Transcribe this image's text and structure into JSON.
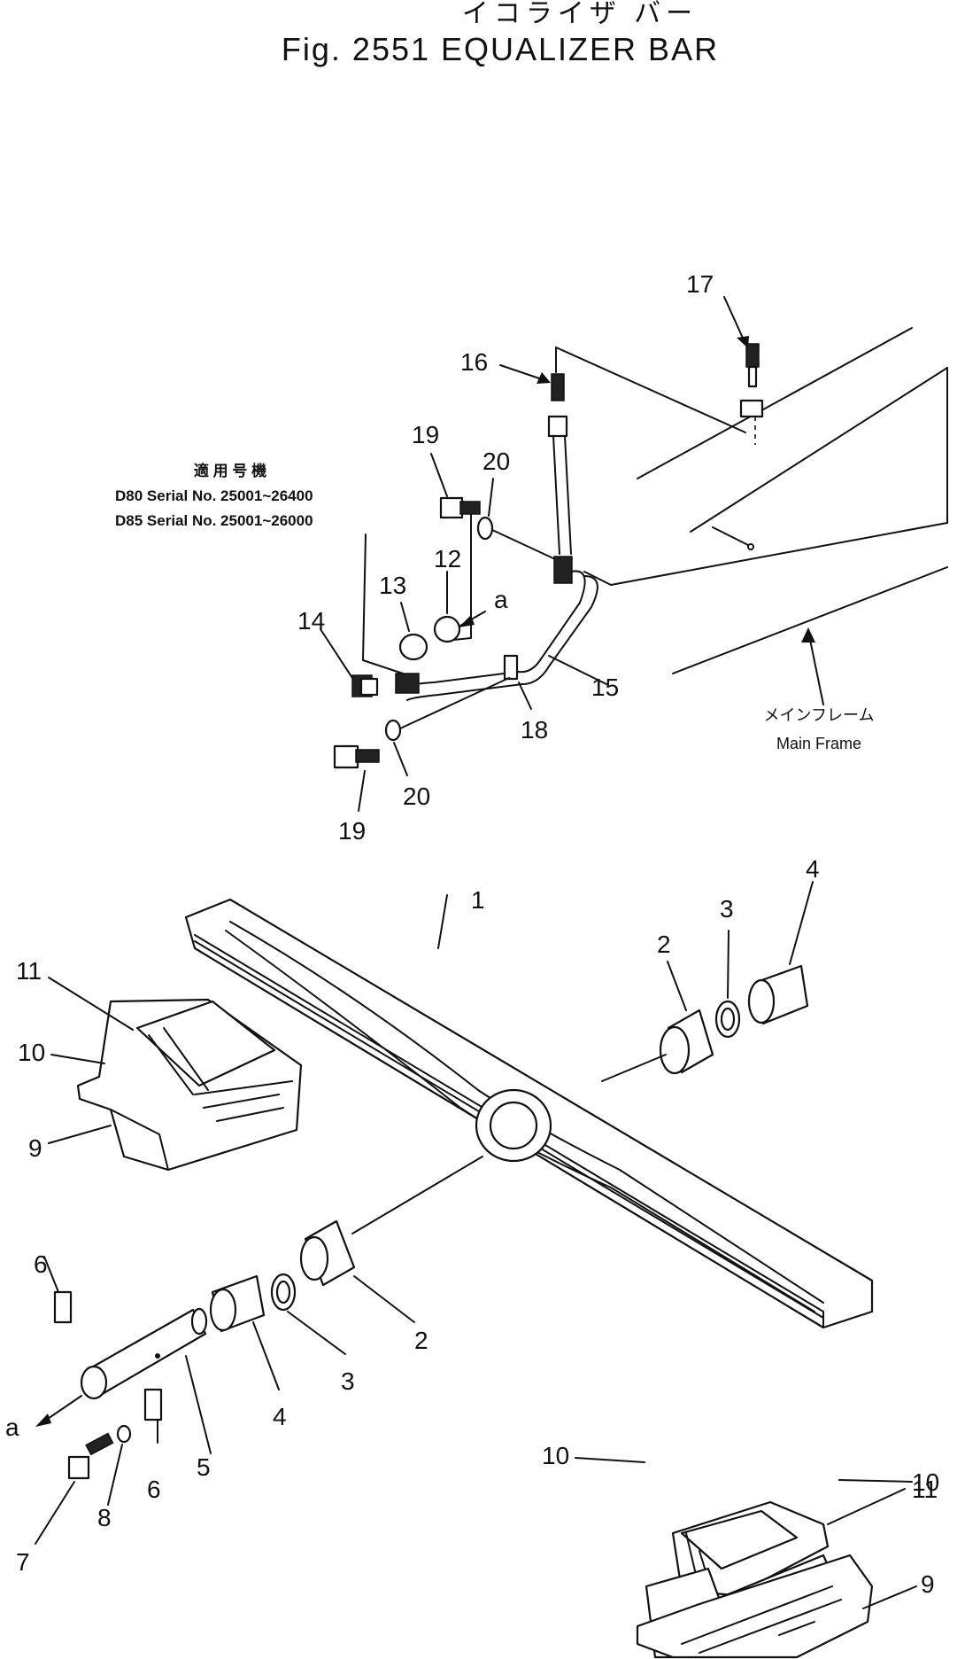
{
  "title": {
    "japanese": "イコライザ バー",
    "english": "Fig. 2551 EQUALIZER BAR"
  },
  "serial_note": {
    "japanese": "適 用 号 機",
    "line1": "D80 Serial No. 25001~26400",
    "line2": "D85 Serial No. 25001~26000"
  },
  "main_frame": {
    "japanese": "メインフレーム",
    "english": "Main Frame"
  },
  "callouts": {
    "c1": "1",
    "c2a": "2",
    "c2b": "2",
    "c3a": "3",
    "c3b": "3",
    "c4a": "4",
    "c4b": "4",
    "c5": "5",
    "c6a": "6",
    "c6b": "6",
    "c7": "7",
    "c8": "8",
    "c9a": "9",
    "c9b": "9",
    "c10a": "10",
    "c10b": "10",
    "c10c": "10",
    "c11a": "11",
    "c11b": "11",
    "c12": "12",
    "c13": "13",
    "c14": "14",
    "c15": "15",
    "c16": "16",
    "c17": "17",
    "c18": "18",
    "c19a": "19",
    "c19b": "19",
    "c20a": "20",
    "c20b": "20",
    "a1": "a",
    "a2": "a"
  }
}
